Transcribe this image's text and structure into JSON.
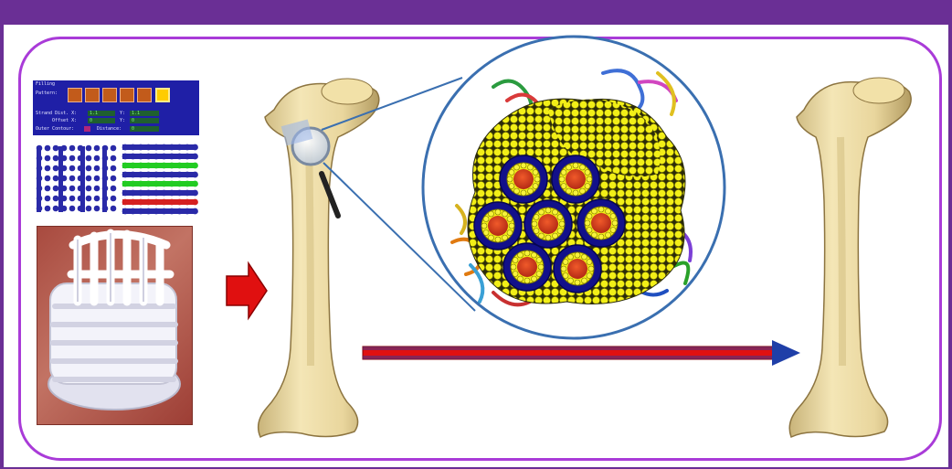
{
  "software_panel": {
    "title": "Filling",
    "pattern_label": "Pattern:",
    "strand_dist_label": "Strand Dist. X:",
    "strand_dist_x": "1.1",
    "strand_dist_y_label": "Y:",
    "strand_dist_y": "1.1",
    "offset_label": "Offset X:",
    "offset_x": "0",
    "offset_y_label": "Y:",
    "offset_y": "0",
    "outer_contour_label": "Outer Contour:",
    "distance_label": "Distance:",
    "distance": "0"
  },
  "colors": {
    "header_bar": "#6a2f95",
    "frame_border": "#a93bd8",
    "arrow": "#e01010",
    "lens_ring": "#3a6fb0",
    "micelle_core": "#d23c1d",
    "micelle_shell": "#12108a",
    "nanoparticles": "#f2ef17",
    "scaffold_dots_blue": "#2a2aa8",
    "scaffold_dots_green": "#22cc22",
    "scaffold_dots_red": "#d62020",
    "bone": "#e8d6a0",
    "scaffold_photo": "#b35a4e"
  },
  "icons": [
    "bone-image",
    "magnifier-icon",
    "arrow-right-icon",
    "protein-ribbon-icon",
    "printed-scaffold-photo"
  ]
}
